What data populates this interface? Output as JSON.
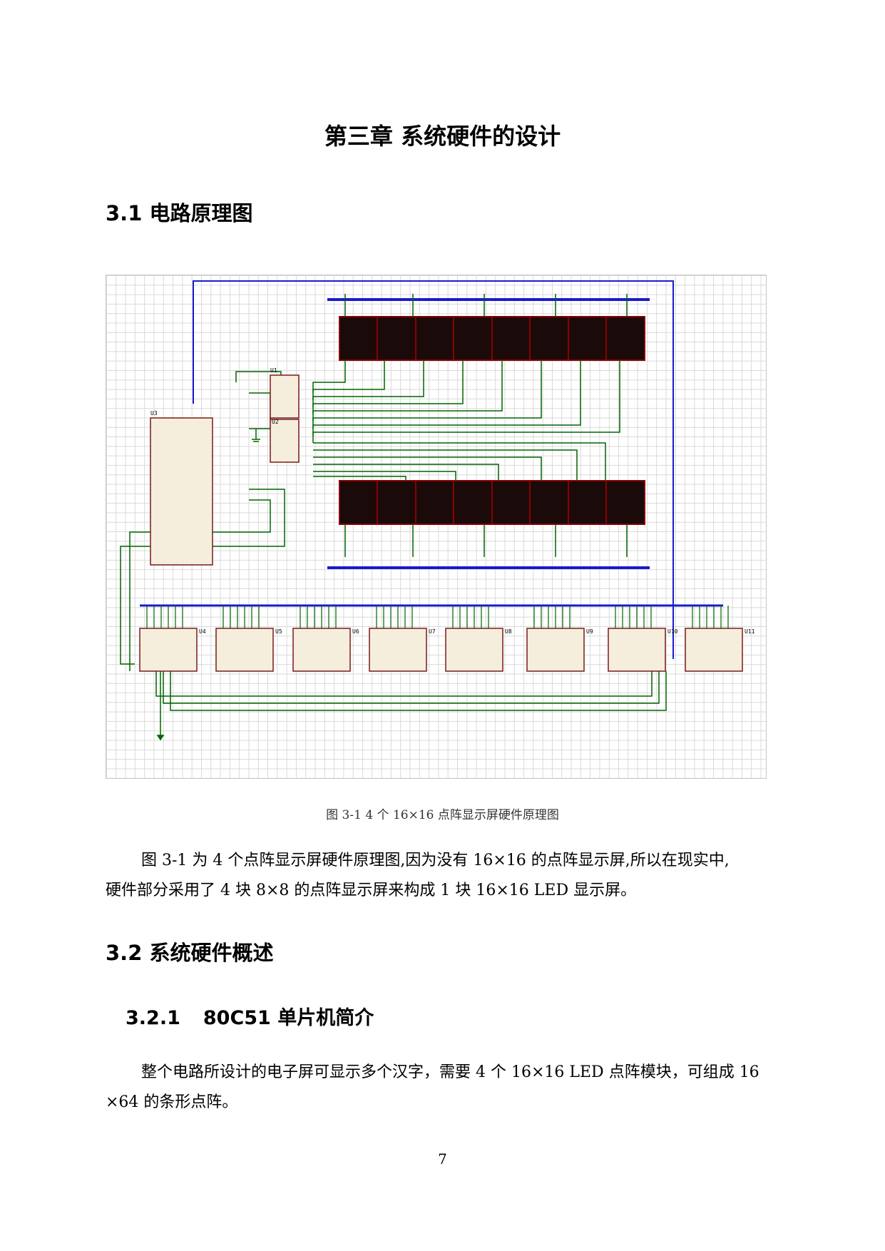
{
  "chapter_title": "第三章  系统硬件的设计",
  "sections": {
    "s31": "3.1  电路原理图",
    "s32": "3.2  系统硬件概述",
    "s321_num": "3.2.1",
    "s321_title": "80C51 单片机简介"
  },
  "figure": {
    "caption": "图 3-1      4 个 16×16 点阵显示屏硬件原理图",
    "chips": {
      "u1": "U1",
      "u2": "U2",
      "u3": "U3",
      "drivers": [
        "U4",
        "U5",
        "U6",
        "U7",
        "U8",
        "U9",
        "U10",
        "U11"
      ]
    }
  },
  "paragraphs": {
    "p1_line1": "图 3-1 为 4 个点阵显示屏硬件原理图,因为没有 16×16 的点阵显示屏,所以在现实中,",
    "p1_line2": "硬件部分采用了 4 块 8×8 的点阵显示屏来构成 1 块 16×16 LED 显示屏。",
    "p2_line1": "整个电路所设计的电子屏可显示多个汉字，需要 4 个 16×16 LED 点阵模块，可组成 16",
    "p2_line2": "×64 的条形点阵。"
  },
  "page_number": "7",
  "colors": {
    "wire_green": "#006400",
    "bus_blue": "#1a1acc",
    "matrix_red": "#8b0000",
    "chip_fill": "#f5eedc"
  }
}
